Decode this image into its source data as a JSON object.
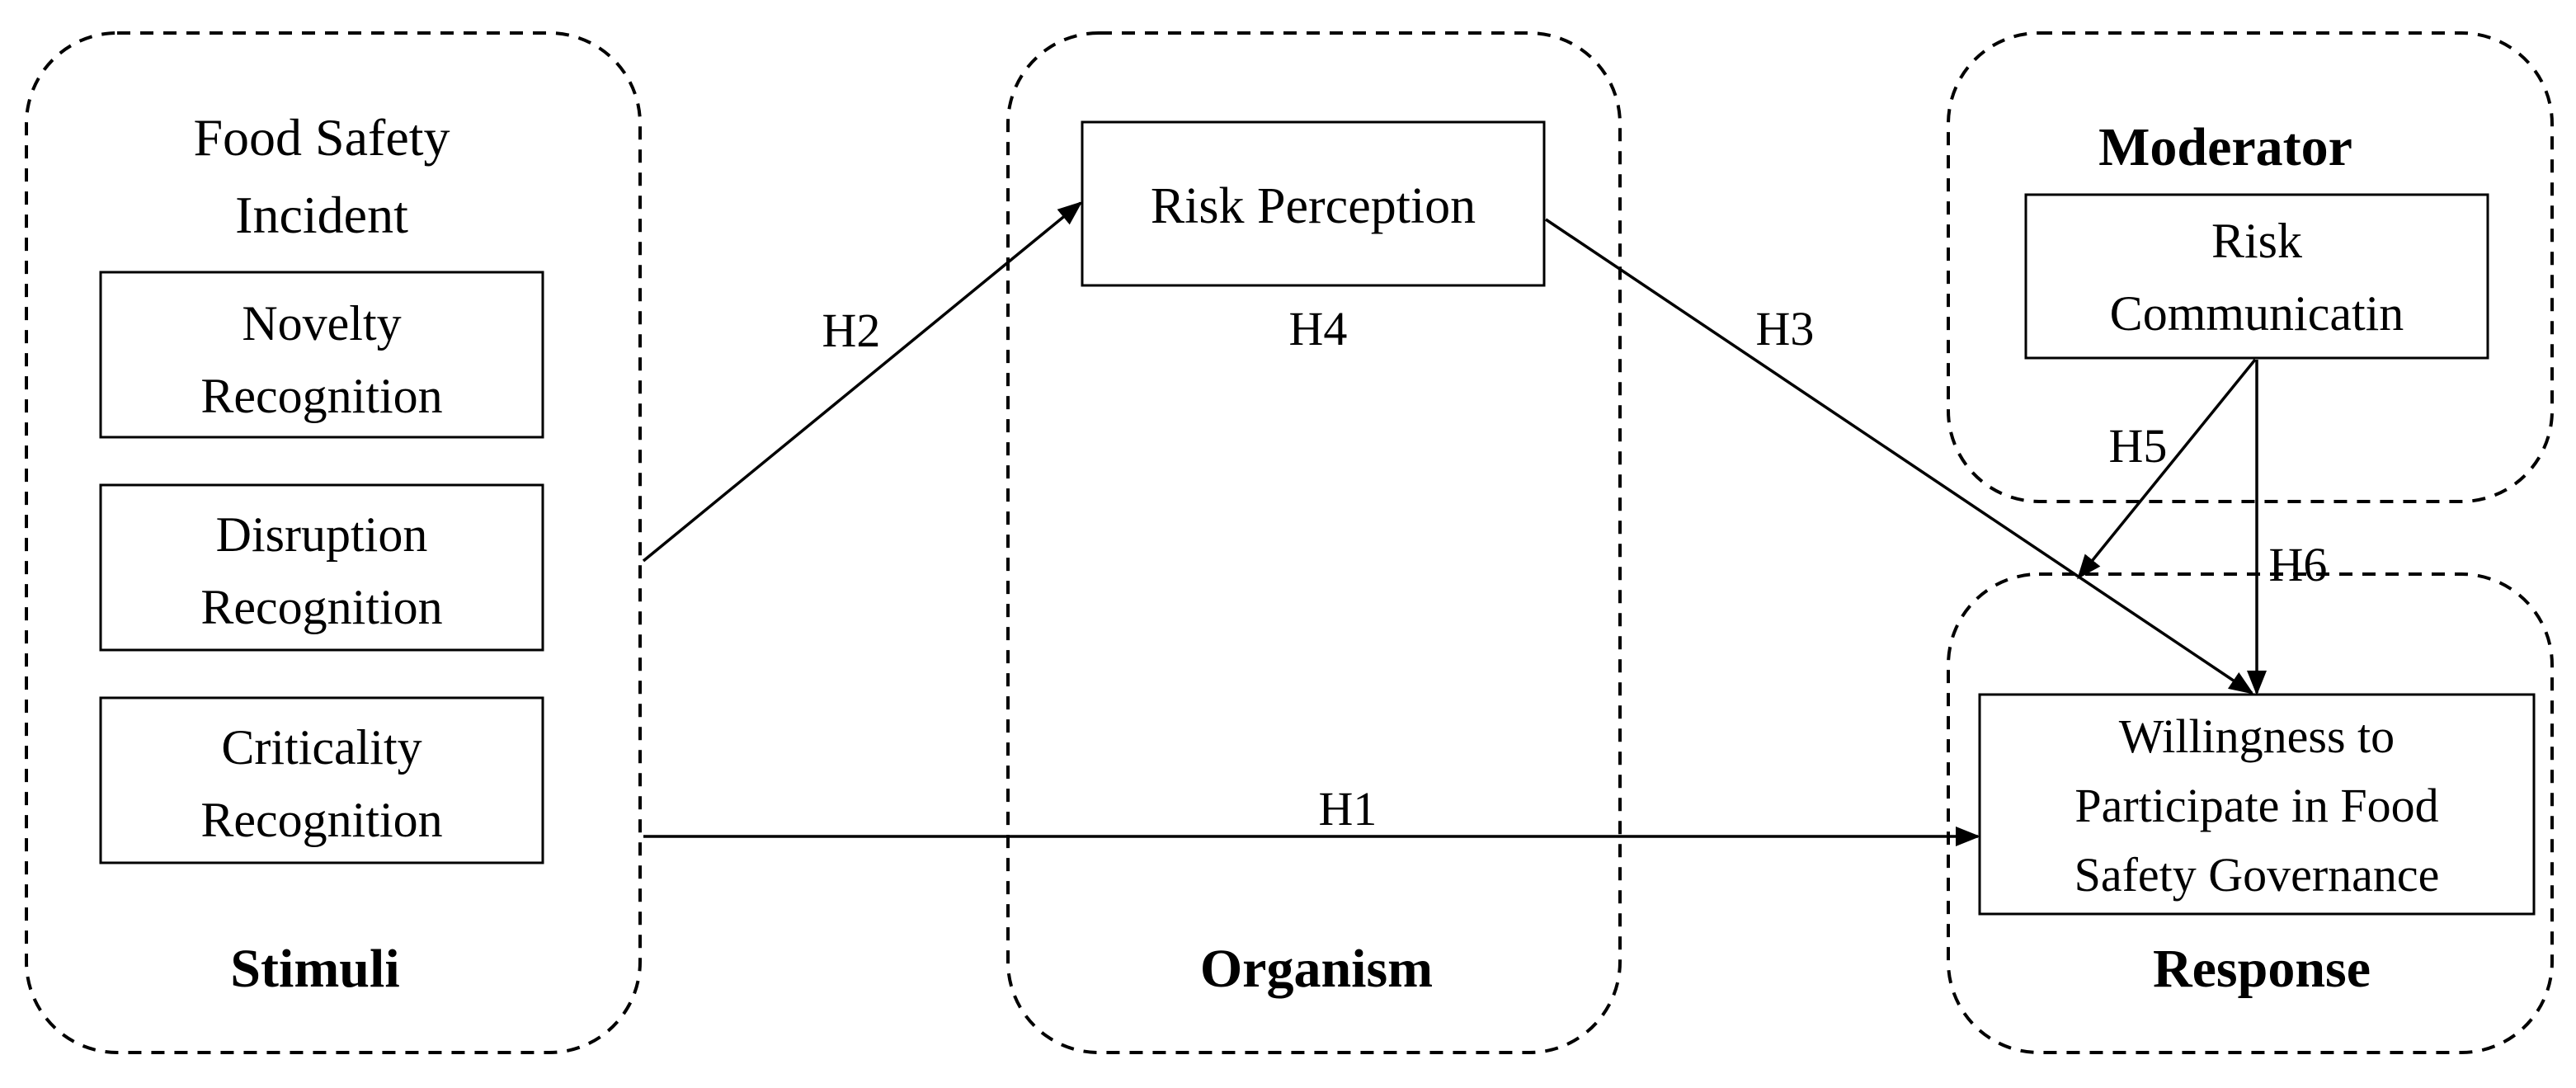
{
  "groups": {
    "stimuli": {
      "heading_line1": "Food Safety",
      "heading_line2": "Incident",
      "footer": "Stimuli",
      "items": [
        {
          "line1": "Novelty",
          "line2": "Recognition"
        },
        {
          "line1": "Disruption",
          "line2": "Recognition"
        },
        {
          "line1": "Criticality",
          "line2": "Recognition"
        }
      ]
    },
    "organism": {
      "footer": "Organism",
      "box_label": "Risk Perception"
    },
    "moderator": {
      "heading": "Moderator",
      "box_line1": "Risk",
      "box_line2": "Communicatin"
    },
    "response": {
      "footer": "Response",
      "box_line1": "Willingness to",
      "box_line2": "Participate in Food",
      "box_line3": "Safety Governance"
    }
  },
  "hypotheses": {
    "h1": "H1",
    "h2": "H2",
    "h3": "H3",
    "h4": "H4",
    "h5": "H5",
    "h6": "H6"
  },
  "colors": {
    "stroke": "#000000",
    "background": "#ffffff"
  }
}
